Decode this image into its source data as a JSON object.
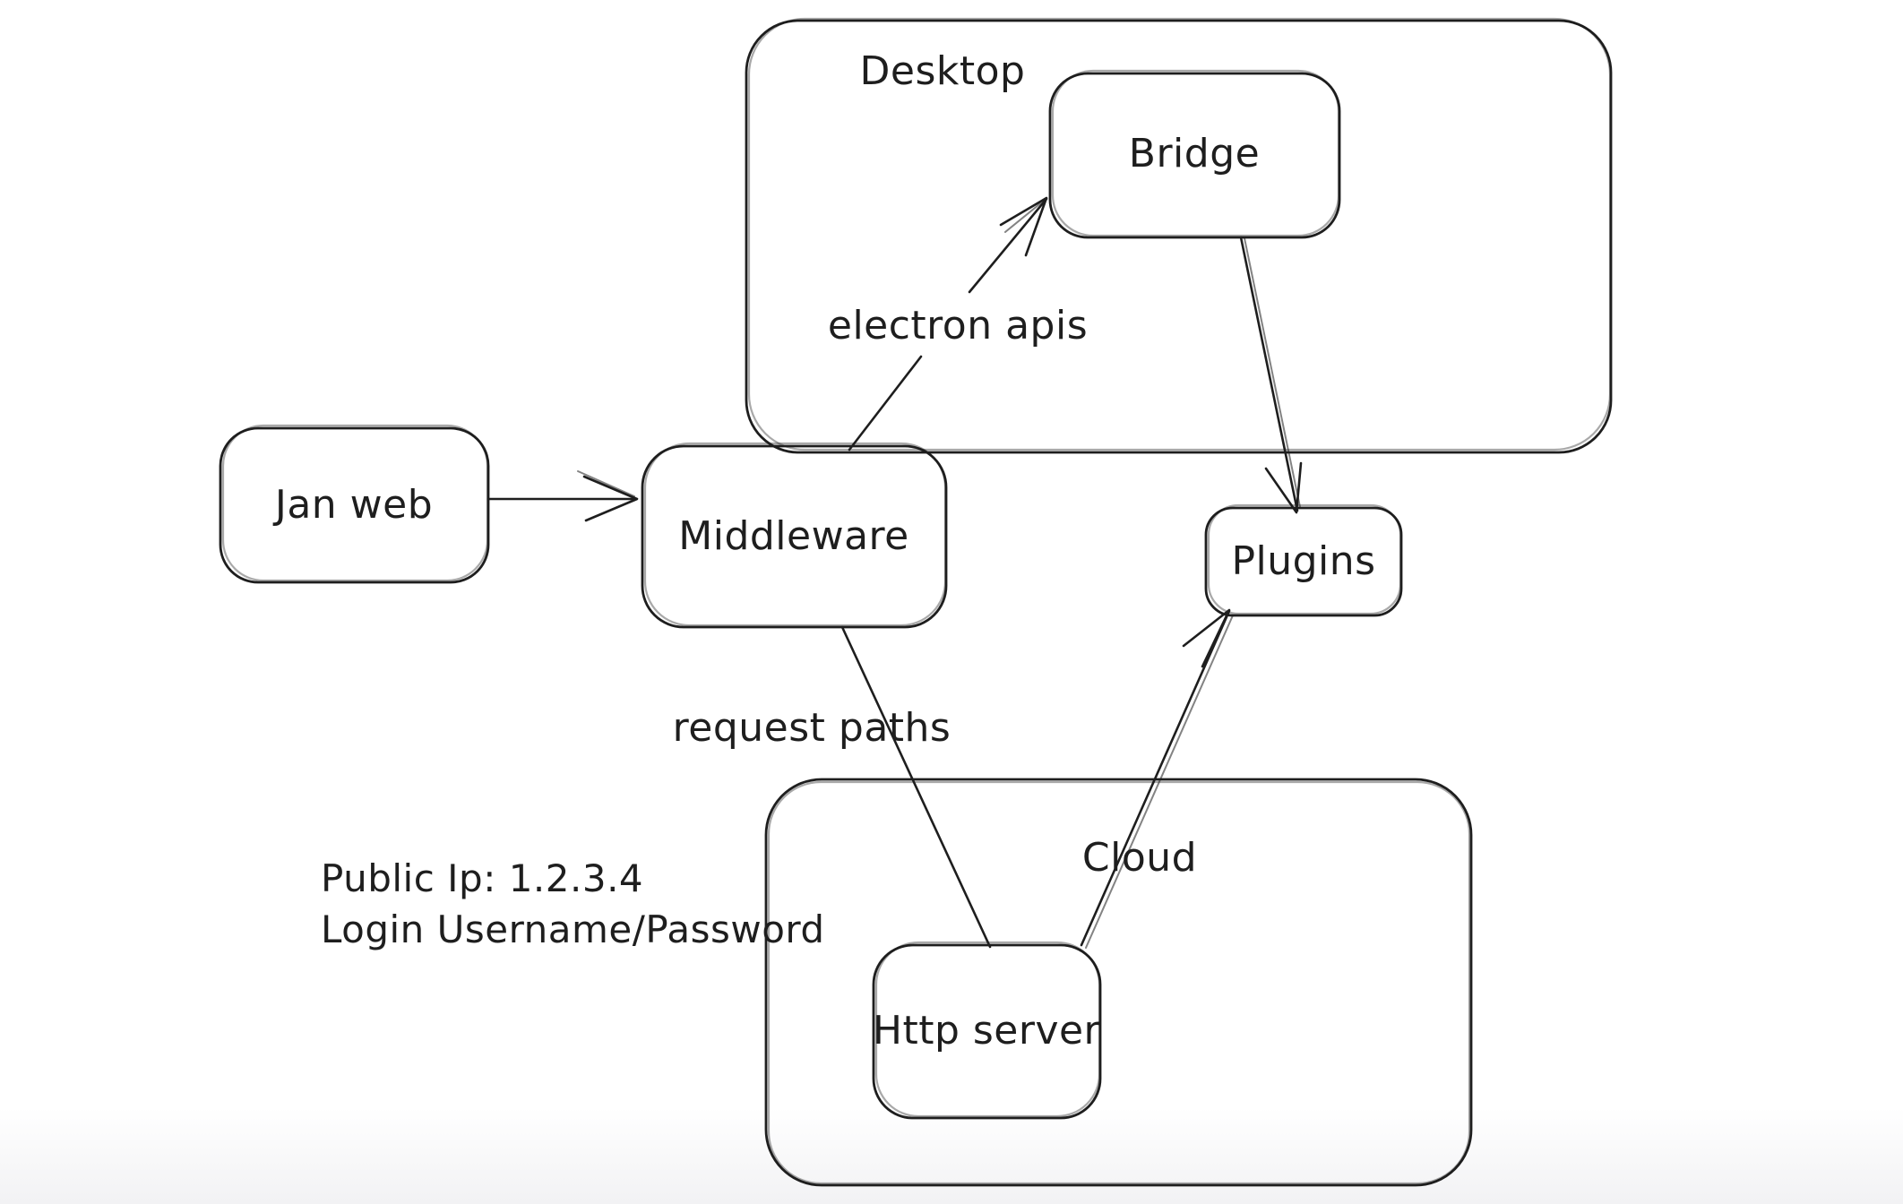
{
  "canvas": {
    "stroke_color": "#1e1e1e",
    "background_top": "#ffffff",
    "background_bottom": "#f2f2f4"
  },
  "containers": {
    "desktop": {
      "label": "Desktop"
    },
    "cloud": {
      "label": "Cloud"
    }
  },
  "nodes": {
    "jan_web": {
      "label": "Jan web"
    },
    "middleware": {
      "label": "Middleware"
    },
    "bridge": {
      "label": "Bridge"
    },
    "plugins": {
      "label": "Plugins"
    },
    "http_server": {
      "label": "Http server"
    }
  },
  "edge_labels": {
    "middleware_bridge": "electron apis",
    "middleware_http_server": "request paths"
  },
  "notes": {
    "line1": "Public Ip: 1.2.3.4",
    "line2": "Login Username/Password"
  }
}
